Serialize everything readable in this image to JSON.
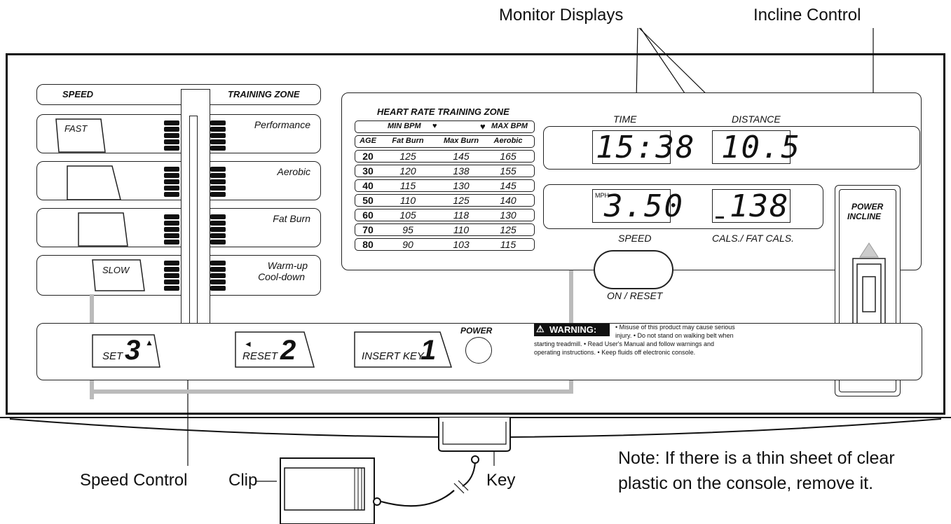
{
  "callouts": {
    "monitor_displays": "Monitor Displays",
    "incline_control": "Incline Control",
    "speed_control": "Speed Control",
    "clip": "Clip",
    "key": "Key",
    "note_line1": "Note: If there is a thin sheet of clear",
    "note_line2": "plastic on the console, remove it."
  },
  "speed_panel": {
    "speed_label": "SPEED",
    "zone_label": "TRAINING ZONE",
    "fast": "FAST",
    "slow": "SLOW",
    "zones": [
      "Performance",
      "Aerobic",
      "Fat Burn",
      "Warm-up",
      "Cool-down"
    ]
  },
  "heart_table": {
    "title": "HEART RATE TRAINING ZONE",
    "min_bpm": "MIN BPM",
    "max_bpm": "MAX BPM",
    "headers": [
      "AGE",
      "Fat Burn",
      "Max Burn",
      "Aerobic"
    ],
    "rows": [
      [
        "20",
        "125",
        "145",
        "165"
      ],
      [
        "30",
        "120",
        "138",
        "155"
      ],
      [
        "40",
        "115",
        "130",
        "145"
      ],
      [
        "50",
        "110",
        "125",
        "140"
      ],
      [
        "60",
        "105",
        "118",
        "130"
      ],
      [
        "70",
        "95",
        "110",
        "125"
      ],
      [
        "80",
        "90",
        "103",
        "115"
      ]
    ]
  },
  "displays": {
    "time_label": "TIME",
    "distance_label": "DISTANCE",
    "time_value": "15:38",
    "distance_value": "10.5",
    "mph": "MPH",
    "speed_value": "3.50",
    "cals_value": "138",
    "speed_label": "SPEED",
    "cals_label": "CALS./ FAT CALS.",
    "on_reset": "ON / RESET"
  },
  "incline": {
    "label1": "POWER",
    "label2": "INCLINE"
  },
  "bottom_strip": {
    "set": "SET",
    "set_num": "3",
    "reset": "RESET",
    "reset_num": "2",
    "insert_key": "INSERT KEY",
    "insert_num": "1",
    "power": "POWER",
    "warning": "WARNING:",
    "warning_text_1": "• Misuse of this product may cause serious",
    "warning_text_2": "injury.  • Do not stand on walking belt when",
    "warning_text_3": "starting treadmill.  • Read User's Manual and follow warnings and",
    "warning_text_4": "operating instructions.  • Keep fluids off electronic console."
  }
}
